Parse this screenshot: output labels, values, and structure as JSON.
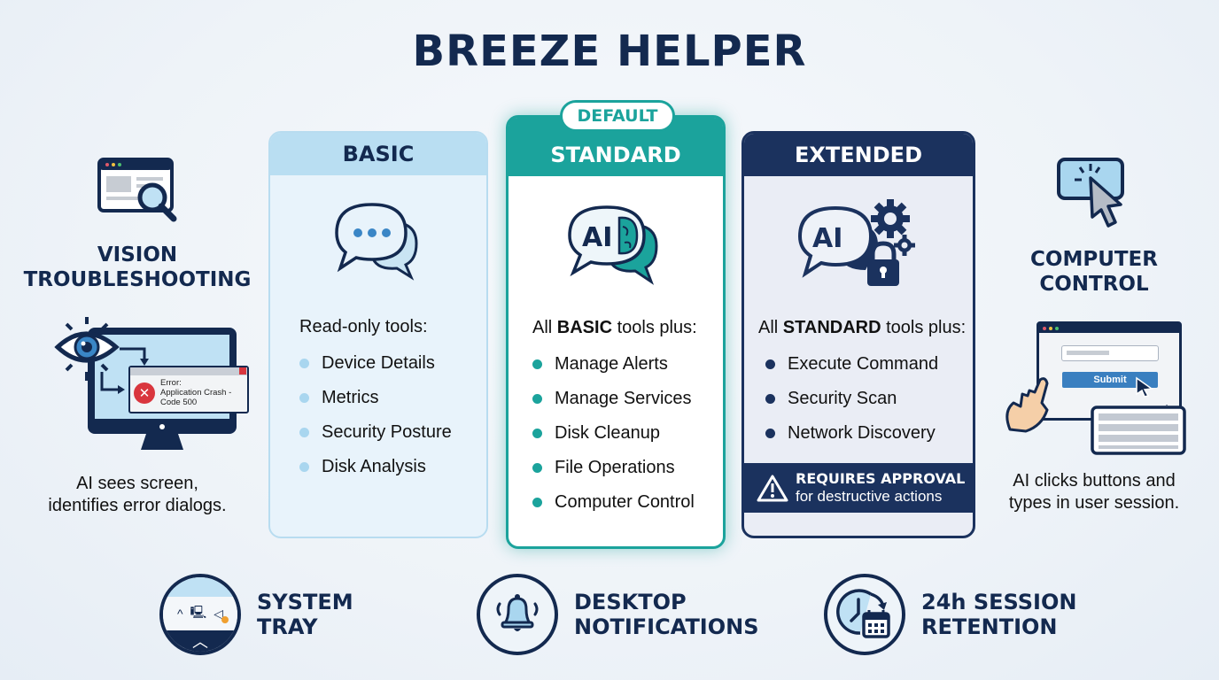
{
  "title": "BREEZE HELPER",
  "left_feature": {
    "title_line1": "VISION",
    "title_line2": "TROUBLESHOOTING",
    "error_dialog": {
      "line1": "Error:",
      "line2": "Application Crash -",
      "line3": "Code 500"
    },
    "desc_line1": "AI sees screen,",
    "desc_line2": "identifies error dialogs."
  },
  "right_feature": {
    "title_line1": "COMPUTER",
    "title_line2": "CONTROL",
    "submit_label": "Submit",
    "desc_line1": "AI clicks buttons and",
    "desc_line2": "types in user session."
  },
  "tiers": {
    "basic": {
      "name": "BASIC",
      "intro": "Read-only tools:",
      "items": [
        "Device Details",
        "Metrics",
        "Security Posture",
        "Disk Analysis"
      ],
      "color": "#b9def2"
    },
    "standard": {
      "badge": "DEFAULT",
      "name": "STANDARD",
      "intro_prefix": "All ",
      "intro_bold": "BASIC",
      "intro_suffix": " tools plus:",
      "items": [
        "Manage Alerts",
        "Manage Services",
        "Disk Cleanup",
        "File Operations",
        "Computer Control"
      ],
      "color": "#1ba39c"
    },
    "extended": {
      "name": "EXTENDED",
      "intro_prefix": "All ",
      "intro_bold": "STANDARD",
      "intro_suffix": " tools plus:",
      "items": [
        "Execute Command",
        "Security Scan",
        "Network Discovery"
      ],
      "approval_title": "REQUIRES APPROVAL",
      "approval_sub": "for destructive actions",
      "color": "#1b325e"
    }
  },
  "bottom_features": [
    {
      "line1": "SYSTEM",
      "line2": "TRAY",
      "icon": "system-tray-icon"
    },
    {
      "line1": "DESKTOP",
      "line2": "NOTIFICATIONS",
      "icon": "bell-icon"
    },
    {
      "line1": "24h SESSION",
      "line2": "RETENTION",
      "icon": "clock-calendar-icon"
    }
  ],
  "icon_ai_text": "AI"
}
